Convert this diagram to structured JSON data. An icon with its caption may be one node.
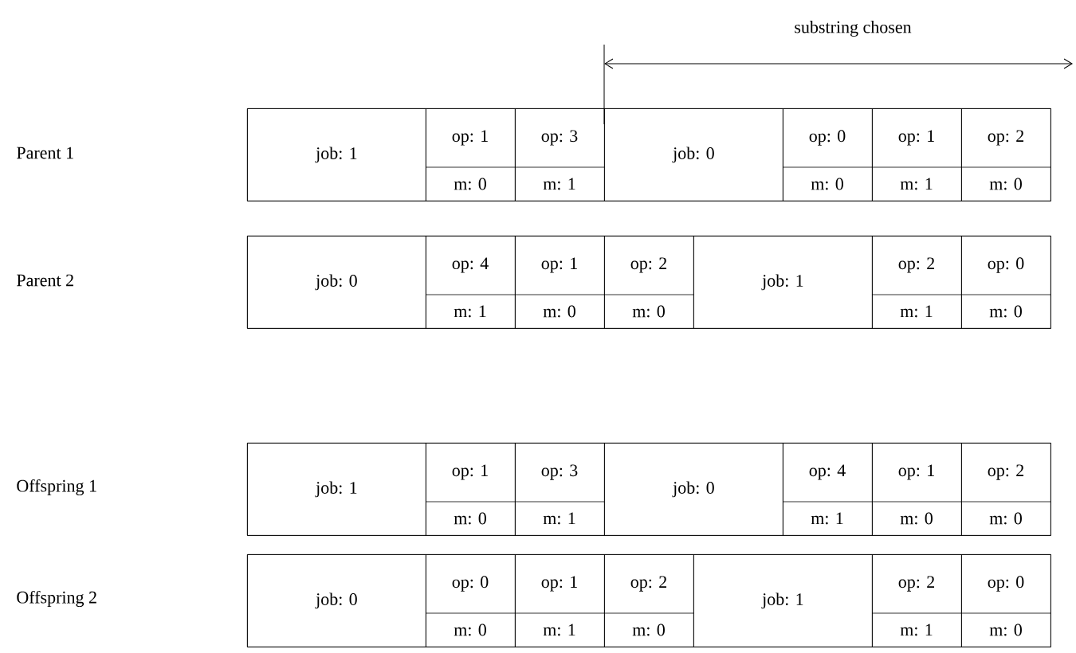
{
  "diagram": {
    "nodes": [
      {
        "text": [],
        "shape": "box"
      },
      {
        "text": [
          "job: 1"
        ],
        "in": 0
      },
      {
        "text": [
          "op: 1",
          "m: 0"
        ],
        "in": 0
      },
      {
        "text": [
          "op: 3",
          "m: 1"
        ],
        "in": 0
      },
      {
        "text": [
          "job: 0"
        ],
        "in": 0
      },
      {
        "text": [
          "op: 0",
          "m: 0"
        ],
        "in": 0
      },
      {
        "text": [
          "op: 1",
          "m: 1"
        ],
        "in": 0
      },
      {
        "text": [
          "op: 2",
          "m: 0"
        ],
        "in": 0
      },
      {
        "text": [],
        "shape": "box"
      },
      {
        "text": [
          "job: 0"
        ],
        "in": 8
      },
      {
        "text": [
          "op: 4",
          "m: 1"
        ],
        "in": 8
      },
      {
        "text": [
          "op: 1",
          "m: 0"
        ],
        "in": 8
      },
      {
        "text": [
          "op: 2",
          "m: 0"
        ],
        "in": 8
      },
      {
        "text": [
          "job: 1"
        ],
        "in": 8
      },
      {
        "text": [
          "op: 2",
          "m: 1"
        ],
        "in": 8
      },
      {
        "text": [
          "op: 0",
          "m: 0"
        ],
        "in": 8
      },
      {
        "text": [],
        "shape": "box"
      },
      {
        "text": [
          "job: 1"
        ],
        "in": 16
      },
      {
        "text": [
          "op: 1",
          "m: 0"
        ],
        "in": 16
      },
      {
        "text": [
          "op: 3",
          "m: 1"
        ],
        "in": 16
      },
      {
        "text": [
          "job: 0"
        ],
        "in": 16
      },
      {
        "text": [
          "op: 4",
          "m: 1"
        ],
        "in": 16
      },
      {
        "text": [
          "op: 1",
          "m: 0"
        ],
        "in": 16
      },
      {
        "text": [
          "op: 2",
          "m: 0"
        ],
        "in": 16
      },
      {
        "text": [],
        "shape": "box"
      },
      {
        "text": [
          "job: 0"
        ],
        "in": 24
      },
      {
        "text": [
          "op: 0",
          "m: 0"
        ],
        "in": 24
      },
      {
        "text": [
          "op: 1",
          "m: 1"
        ],
        "in": 24
      },
      {
        "text": [
          "op: 2",
          "m: 0"
        ],
        "in": 24
      },
      {
        "text": [
          "job: 1"
        ],
        "in": 24
      },
      {
        "text": [
          "op: 2",
          "m: 1"
        ],
        "in": 24
      },
      {
        "text": [
          "op: 0",
          "m: 0"
        ],
        "in": 24
      }
    ],
    "edges": [],
    "labels": [
      "substring chosen",
      "Parent 1",
      "Parent 2",
      "Offspring 1",
      "Offspring 2"
    ]
  }
}
